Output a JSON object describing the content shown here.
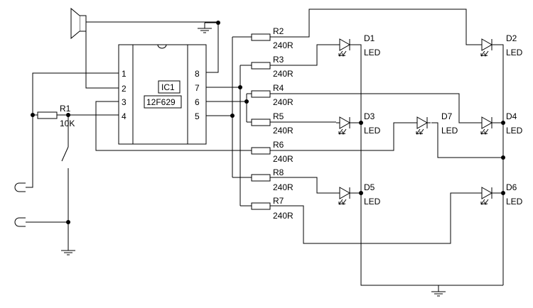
{
  "ic": {
    "ref": "IC1",
    "part": "12F629",
    "pins_left": [
      "1",
      "2",
      "3",
      "4"
    ],
    "pins_right": [
      "8",
      "7",
      "6",
      "5"
    ]
  },
  "input_resistor": {
    "ref": "R1",
    "value": "10K"
  },
  "resistors": [
    {
      "ref": "R2",
      "value": "240R"
    },
    {
      "ref": "R3",
      "value": "240R"
    },
    {
      "ref": "R4",
      "value": "240R"
    },
    {
      "ref": "R5",
      "value": "240R"
    },
    {
      "ref": "R6",
      "value": "240R"
    },
    {
      "ref": "R8",
      "value": "240R"
    },
    {
      "ref": "R7",
      "value": "240R"
    }
  ],
  "leds": [
    {
      "ref": "D1",
      "type": "LED"
    },
    {
      "ref": "D2",
      "type": "LED"
    },
    {
      "ref": "D3",
      "type": "LED"
    },
    {
      "ref": "D7",
      "type": "LED"
    },
    {
      "ref": "D4",
      "type": "LED"
    },
    {
      "ref": "D5",
      "type": "LED"
    },
    {
      "ref": "D6",
      "type": "LED"
    }
  ]
}
